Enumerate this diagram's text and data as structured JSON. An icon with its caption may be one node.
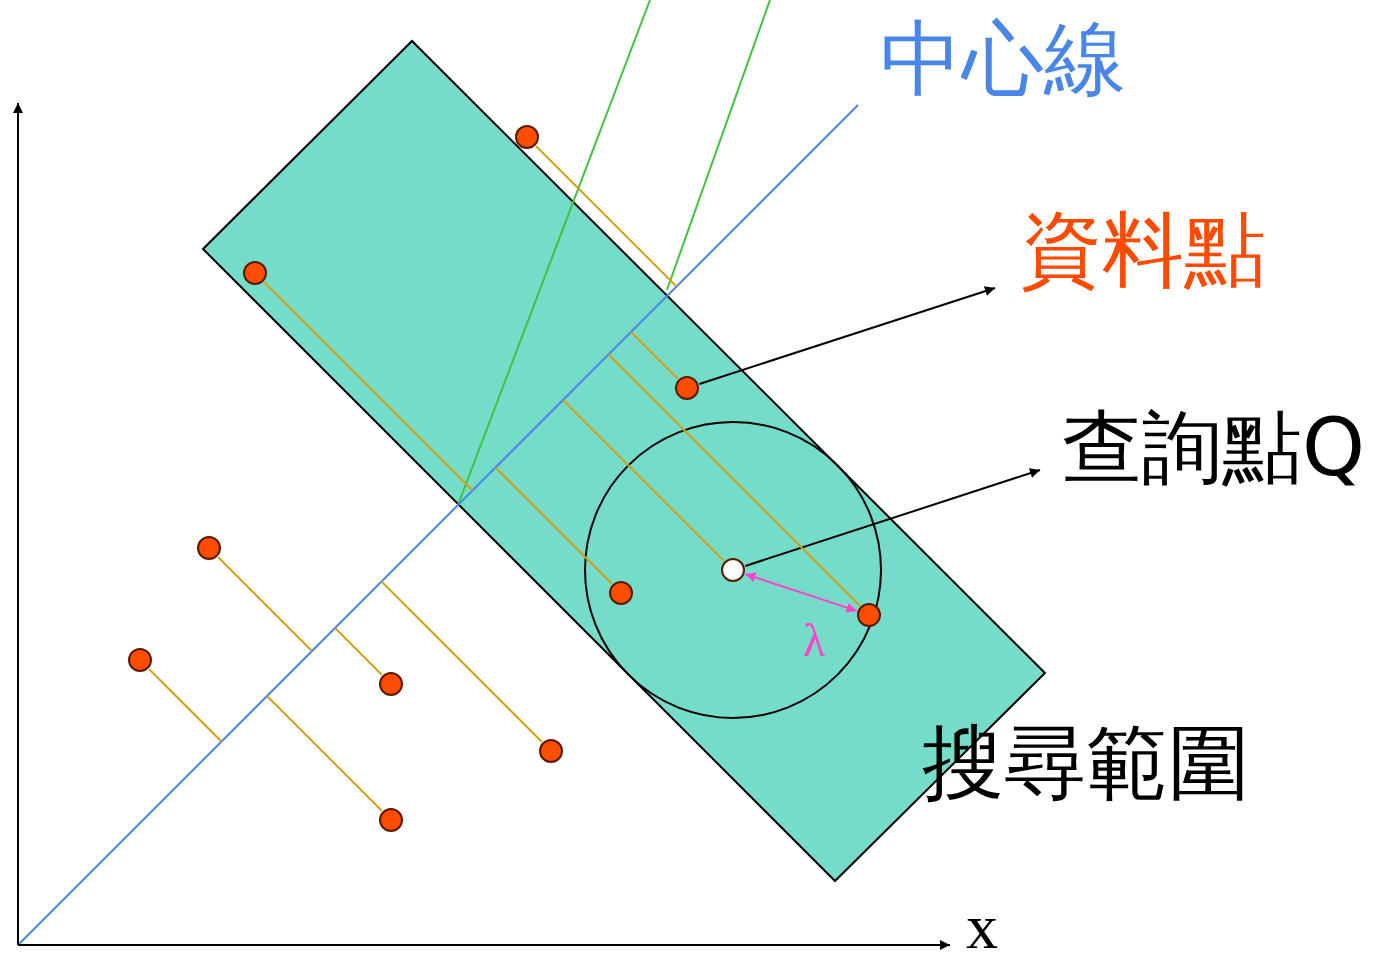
{
  "diagram": {
    "nodes": [
      {
        "text": [
          "資料點"
        ]
      },
      {
        "text": [
          "查詢點Q"
        ]
      },
      {
        "text": [],
        "shape": "circle"
      },
      {
        "text": [],
        "shape": "circle"
      },
      {
        "text": [],
        "shape": "circle"
      },
      {
        "text": [],
        "shape": "circle"
      },
      {
        "text": [],
        "shape": "circle"
      },
      {
        "text": [],
        "shape": "circle"
      },
      {
        "text": [],
        "shape": "circle"
      },
      {
        "text": [],
        "shape": "circle"
      },
      {
        "text": [],
        "shape": "circle"
      },
      {
        "text": [],
        "shape": "circle"
      },
      {
        "text": [],
        "shape": "circle"
      }
    ],
    "edges": [
      {
        "from": 5,
        "to": 0,
        "arrow": "to",
        "color": "#000000"
      },
      {
        "from": 2,
        "to": 1,
        "arrow": "to",
        "color": "#000000"
      },
      {
        "from": 2,
        "to": 8,
        "arrow": "both",
        "label": "λ",
        "color": "#ff44cc"
      },
      {
        "from": 3,
        "to": null,
        "arrow": "none",
        "color": "#d4a017"
      },
      {
        "from": 4,
        "to": null,
        "arrow": "none",
        "color": "#d4a017"
      },
      {
        "from": 5,
        "to": null,
        "arrow": "none",
        "color": "#d4a017"
      },
      {
        "from": 6,
        "to": null,
        "arrow": "none",
        "color": "#d4a017"
      },
      {
        "from": 7,
        "to": null,
        "arrow": "none",
        "color": "#d4a017"
      },
      {
        "from": 8,
        "to": null,
        "arrow": "none",
        "color": "#d4a017"
      },
      {
        "from": 9,
        "to": null,
        "arrow": "none",
        "color": "#d4a017"
      },
      {
        "from": 10,
        "to": null,
        "arrow": "none",
        "color": "#d4a017"
      },
      {
        "from": 11,
        "to": null,
        "arrow": "none",
        "color": "#d4a017"
      },
      {
        "from": 12,
        "to": null,
        "arrow": "none",
        "color": "#d4a017"
      },
      {
        "from": 2,
        "to": null,
        "arrow": "none",
        "color": "#d4a017"
      }
    ],
    "labels": [
      "中心線",
      "搜尋範圍",
      "x"
    ]
  }
}
